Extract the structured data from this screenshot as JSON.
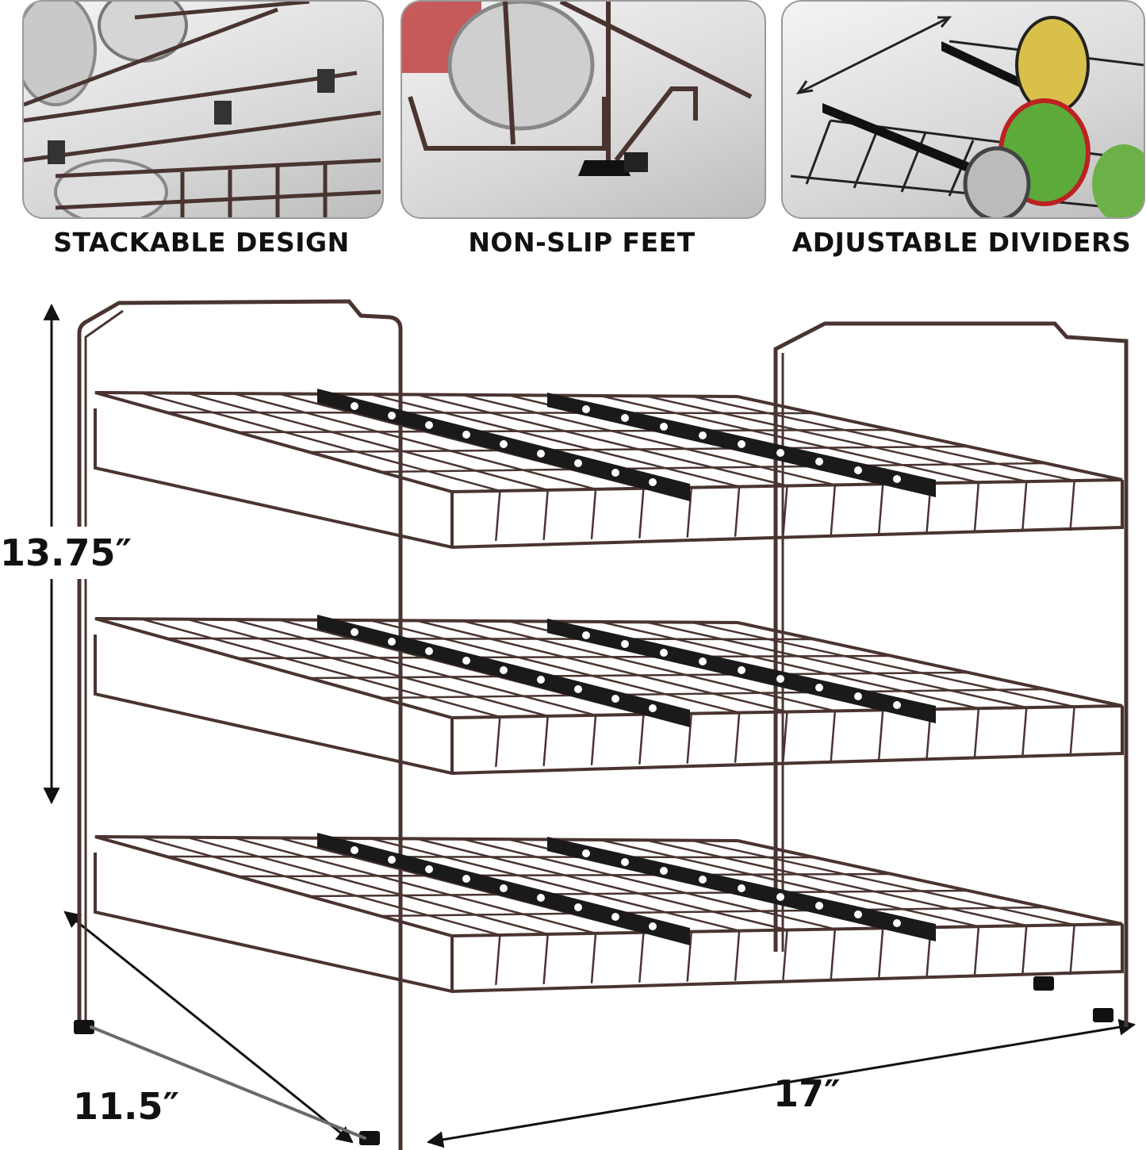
{
  "features": [
    {
      "label": "STACKABLE DESIGN",
      "icon": "stackable-closeup-photo"
    },
    {
      "label": "NON-SLIP FEET",
      "icon": "non-slip-foot-closeup-photo"
    },
    {
      "label": "ADJUSTABLE DIVIDERS",
      "icon": "adjustable-divider-closeup-photo"
    }
  ],
  "dimensions": {
    "height": "13.75″",
    "depth": "11.5″",
    "width": "17″"
  },
  "colors": {
    "frame": "#4a3430",
    "divider": "#1a1a1a",
    "text": "#111111"
  }
}
